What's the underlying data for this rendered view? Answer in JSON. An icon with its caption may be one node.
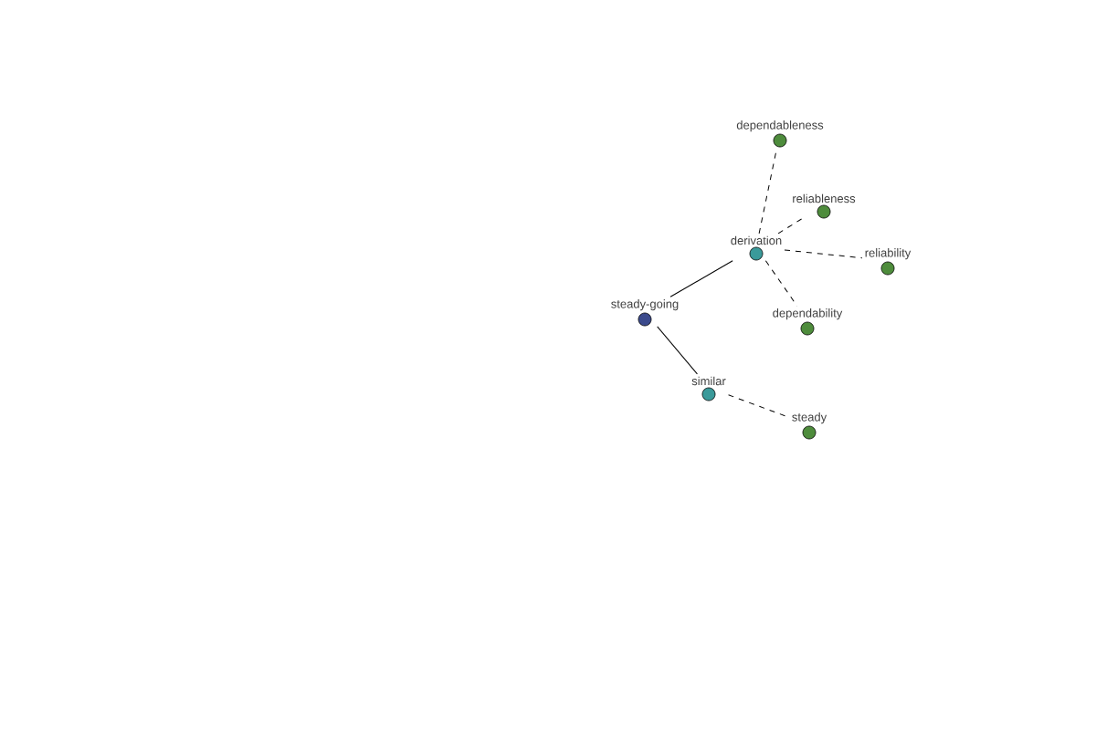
{
  "diagram": {
    "nodes": [
      {
        "text": [
          "steady-going"
        ]
      },
      {
        "text": [
          "derivation"
        ]
      },
      {
        "text": [
          "similar"
        ]
      },
      {
        "text": [
          "dependableness"
        ]
      },
      {
        "text": [
          "reliableness"
        ]
      },
      {
        "text": [
          "reliability"
        ]
      },
      {
        "text": [
          "dependability"
        ]
      },
      {
        "text": [
          "steady"
        ]
      }
    ],
    "edges": [
      {
        "from": 0,
        "to": 1,
        "arrow": "none"
      },
      {
        "from": 0,
        "to": 2,
        "arrow": "none"
      },
      {
        "from": 1,
        "to": 3,
        "arrow": "none",
        "style": "dashed"
      },
      {
        "from": 1,
        "to": 4,
        "arrow": "none",
        "style": "dashed"
      },
      {
        "from": 1,
        "to": 5,
        "arrow": "none",
        "style": "dashed"
      },
      {
        "from": 1,
        "to": 6,
        "arrow": "none",
        "style": "dashed"
      },
      {
        "from": 2,
        "to": 7,
        "arrow": "none",
        "style": "dashed"
      }
    ]
  }
}
